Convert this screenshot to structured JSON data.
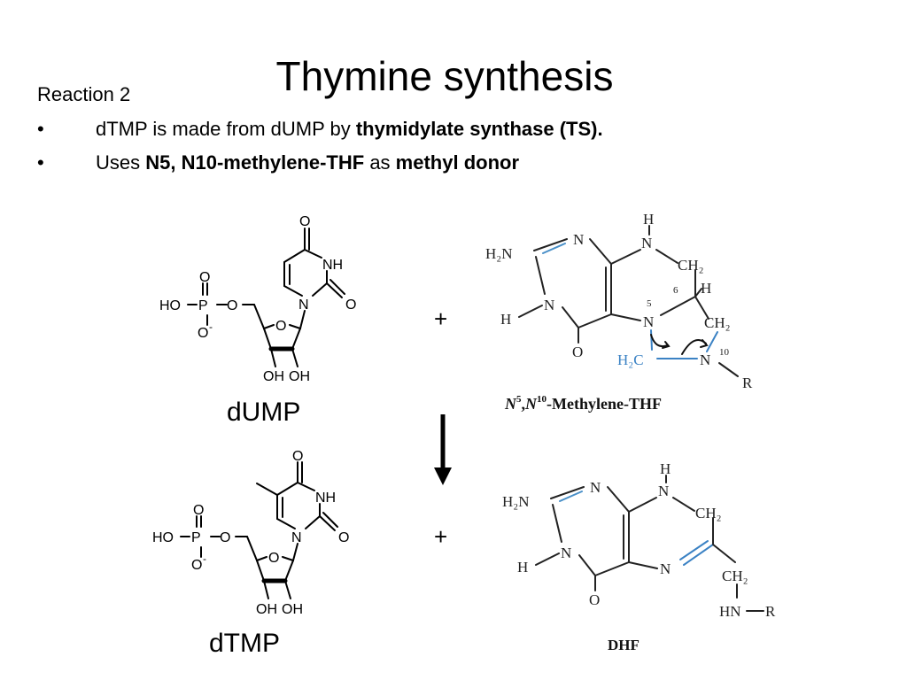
{
  "slide": {
    "title": "Thymine synthesis",
    "subtitle": "Reaction 2",
    "bullets": [
      {
        "marker": "•",
        "parts": [
          "dTMP is made from dUMP by ",
          "thymidylate synthase (TS)."
        ]
      },
      {
        "marker": "•",
        "parts": [
          "Uses ",
          "N5, N10-methylene-THF",
          " as ",
          "methyl donor"
        ]
      }
    ]
  },
  "reaction": {
    "plus_top": "+",
    "plus_bottom": "+",
    "arrow": "down-arrow",
    "reactant_1": {
      "name": "dUMP",
      "atoms": {
        "o_top": "O",
        "nh": "NH",
        "n1": "N",
        "o_c2": "O",
        "ho": "HO",
        "p": "P",
        "o_ester": "O",
        "o_p_top": "O",
        "o_minus": "O",
        "charge": "-",
        "ring_o": "O",
        "oh_left": "OH",
        "oh_right": "OH"
      }
    },
    "reactant_2": {
      "name_html_parts": [
        "N",
        "5",
        ",",
        "N",
        "10",
        "-Methylene-THF"
      ],
      "atoms": {
        "h_top": "H",
        "n_top": "N",
        "h2n": "H₂N",
        "n_upper": "N",
        "ch2_top": "CH₂",
        "n_left": "N",
        "h_left": "H",
        "n5": "N",
        "label_5": "5",
        "label_6": "6",
        "h_c6": "H",
        "ch2_mid": "CH₂",
        "o": "O",
        "h2c": "H₂C",
        "n10": "N",
        "label_10": "10",
        "r": "R"
      },
      "colors": {
        "bridge": "#3b82c4"
      }
    },
    "product_1": {
      "name": "dTMP",
      "atoms": {
        "o_top": "O",
        "nh": "NH",
        "n1": "N",
        "o_c2": "O",
        "ho": "HO",
        "p": "P",
        "o_ester": "O",
        "o_p_top": "O",
        "o_minus": "O",
        "charge": "-",
        "ring_o": "O",
        "oh_left": "OH",
        "oh_right": "OH"
      }
    },
    "product_2": {
      "name": "DHF",
      "atoms": {
        "h_top": "H",
        "n_top": "N",
        "h2n": "H₂N",
        "n_upper": "N",
        "ch2_top": "CH₂",
        "n_left": "N",
        "h_left": "H",
        "n5": "N",
        "o": "O",
        "ch2": "CH₂",
        "hn": "HN",
        "r": "R"
      },
      "colors": {
        "imine": "#3b82c4"
      }
    }
  }
}
